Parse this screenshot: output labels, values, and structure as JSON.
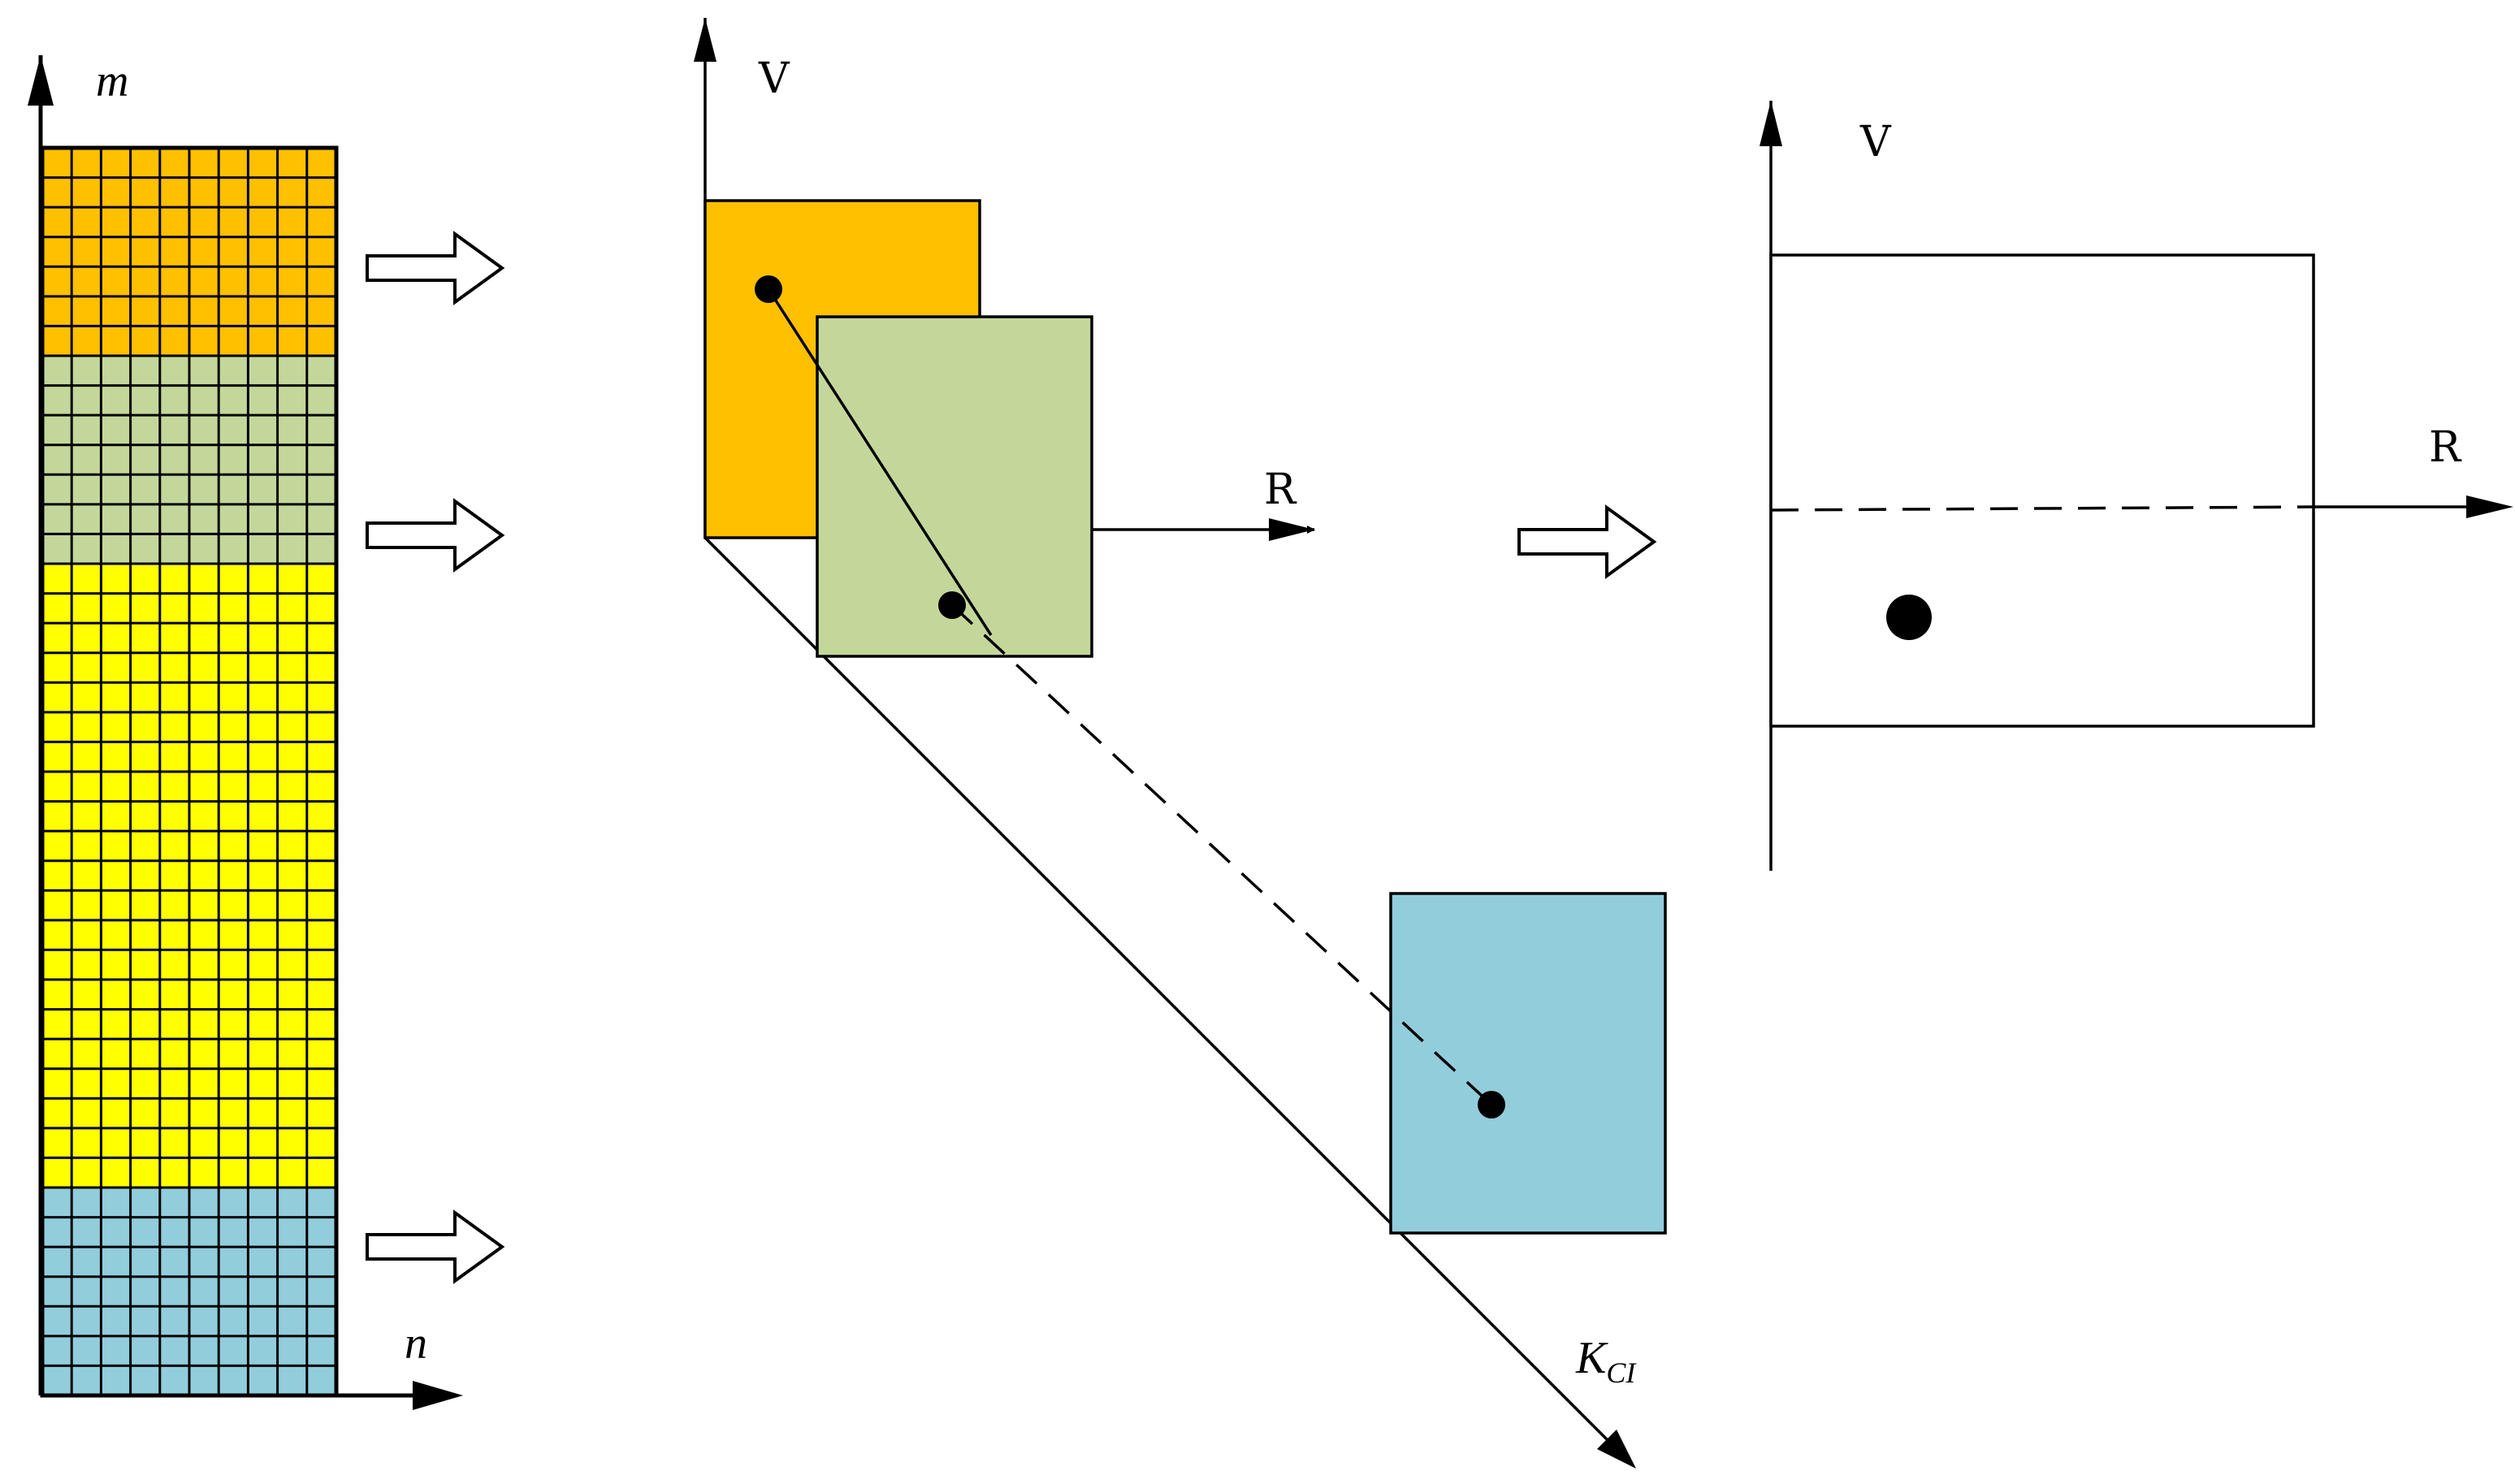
{
  "colors": {
    "orange": "#FFC000",
    "green": "#C4D79B",
    "yellow": "#FFFF00",
    "blue": "#92CDDC",
    "stroke": "#000000"
  },
  "grid": {
    "columns": 10,
    "bands": [
      {
        "name": "orange",
        "rows": 7
      },
      {
        "name": "green",
        "rows": 7
      },
      {
        "name": "yellow",
        "rows": 21
      },
      {
        "name": "blue",
        "rows": 7
      }
    ]
  },
  "labels": {
    "grid_y": "m",
    "grid_x": "n",
    "mid_v": "V",
    "mid_r": "R",
    "mid_k_main": "K",
    "mid_k_sub": "CI",
    "right_v": "V",
    "right_r": "R"
  }
}
